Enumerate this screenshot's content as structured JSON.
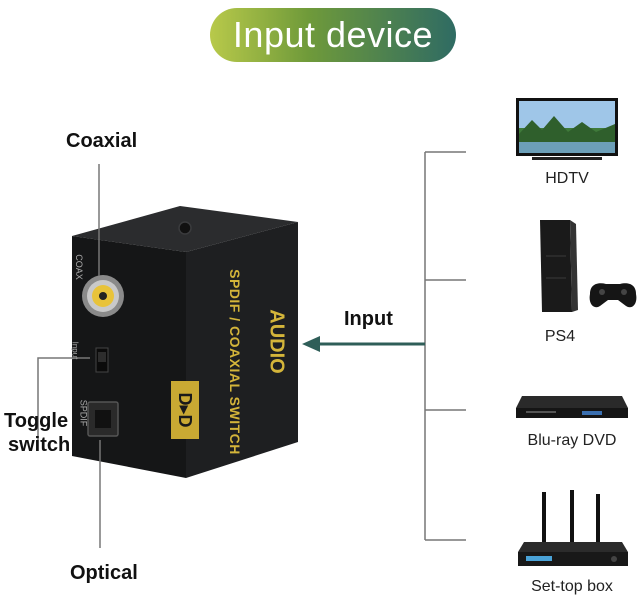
{
  "header": {
    "title": "Input device"
  },
  "product": {
    "brand_text": "AUDIO",
    "model_text": "SPDIF / COAXIAL SWITCH",
    "badge_text": "D▸D",
    "port_coax_text": "COAX",
    "switch_text": "Input",
    "port_optical_text": "SPDIF"
  },
  "callouts": {
    "coaxial": "Coaxial",
    "toggle_line1": "Toggle",
    "toggle_line2": "switch",
    "optical": "Optical",
    "input": "Input"
  },
  "devices": [
    {
      "label": "HDTV",
      "icon": "tv-icon"
    },
    {
      "label": "PS4",
      "icon": "game-console-icon"
    },
    {
      "label": "Blu-ray DVD",
      "icon": "bluray-player-icon"
    },
    {
      "label": "Set-top box",
      "icon": "set-top-box-icon"
    }
  ],
  "colors": {
    "arrow": "#2f5e58",
    "connector_lines": "#777777",
    "box_body": "#1d1e1f",
    "gold_text": "#d4b53a"
  }
}
